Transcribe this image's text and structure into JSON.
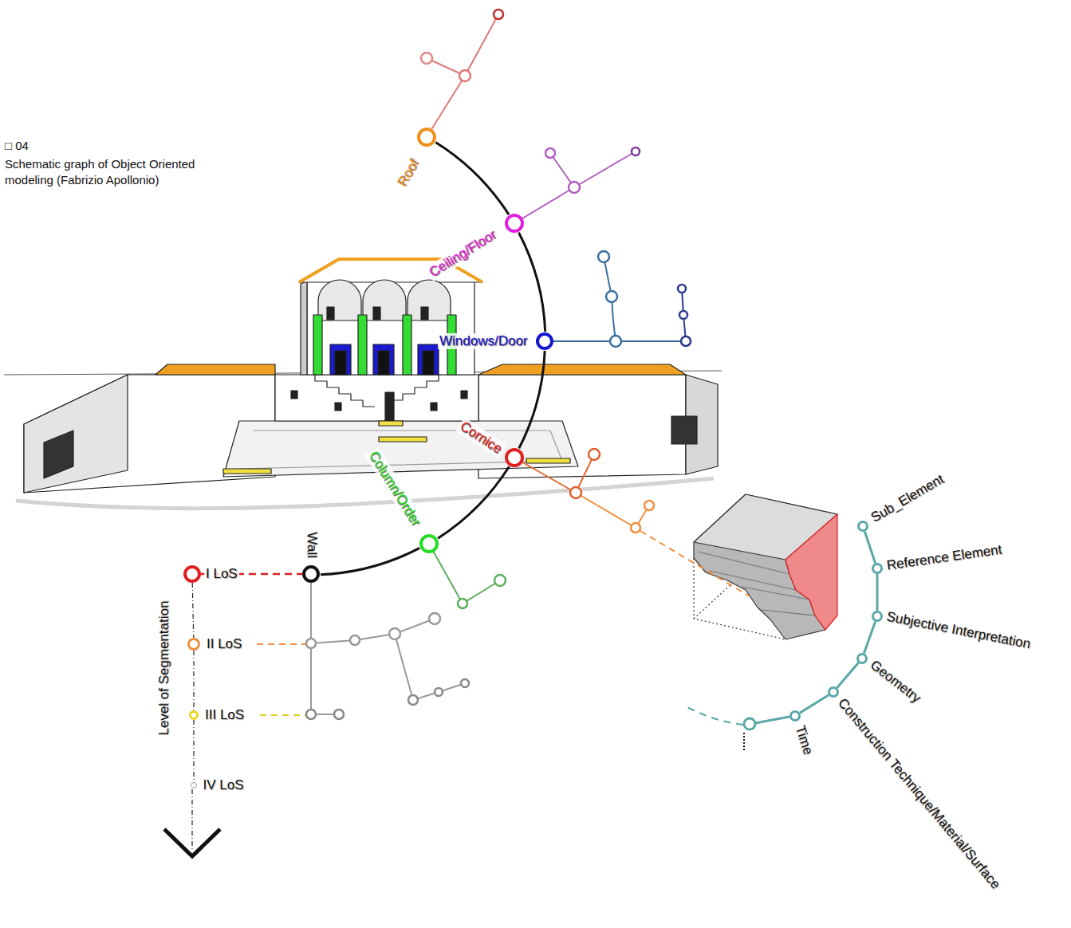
{
  "diagram": {
    "caption": "Schematic graph of Object Oriented modeling (Fabrizio Apollonio)",
    "nodes": [
      {
        "text": [
          "Roof"
        ]
      },
      {
        "text": [
          "Ceiling/Floor"
        ]
      },
      {
        "text": [
          "Windows/Door"
        ]
      },
      {
        "text": [
          "Cornice"
        ]
      },
      {
        "text": [
          "Column/Order"
        ]
      },
      {
        "text": [
          "Wall"
        ]
      },
      {
        "text": [
          "I LoS"
        ]
      },
      {
        "text": [
          "II LoS"
        ]
      },
      {
        "text": [
          "III LoS"
        ]
      },
      {
        "text": [
          "IV LoS"
        ]
      },
      {
        "text": [
          "Sub_Element"
        ]
      },
      {
        "text": [
          "Reference Element"
        ]
      },
      {
        "text": [
          "Subjective Interpretation"
        ]
      },
      {
        "text": [
          "Geometry"
        ]
      },
      {
        "text": [
          "Construction Technique/Material/Surface"
        ]
      },
      {
        "text": [
          "Time"
        ]
      }
    ],
    "edges": [
      {
        "from": 5,
        "to": 4,
        "arrow": "none"
      },
      {
        "from": 4,
        "to": 3,
        "arrow": "none"
      },
      {
        "from": 3,
        "to": 2,
        "arrow": "none"
      },
      {
        "from": 2,
        "to": 1,
        "arrow": "none"
      },
      {
        "from": 1,
        "to": 0,
        "arrow": "none"
      },
      {
        "from": 6,
        "to": 5,
        "arrow": "none"
      },
      {
        "from": 6,
        "to": 7,
        "arrow": "none"
      },
      {
        "from": 7,
        "to": 8,
        "arrow": "none"
      },
      {
        "from": 8,
        "to": 9,
        "arrow": "none"
      },
      {
        "from": 10,
        "to": 11,
        "arrow": "none"
      },
      {
        "from": 11,
        "to": 12,
        "arrow": "none"
      },
      {
        "from": 12,
        "to": 13,
        "arrow": "none"
      },
      {
        "from": 13,
        "to": 14,
        "arrow": "none"
      },
      {
        "from": 14,
        "to": 15,
        "arrow": "none"
      }
    ],
    "labels": [
      "□ 04",
      "Level of Segmentation"
    ]
  }
}
